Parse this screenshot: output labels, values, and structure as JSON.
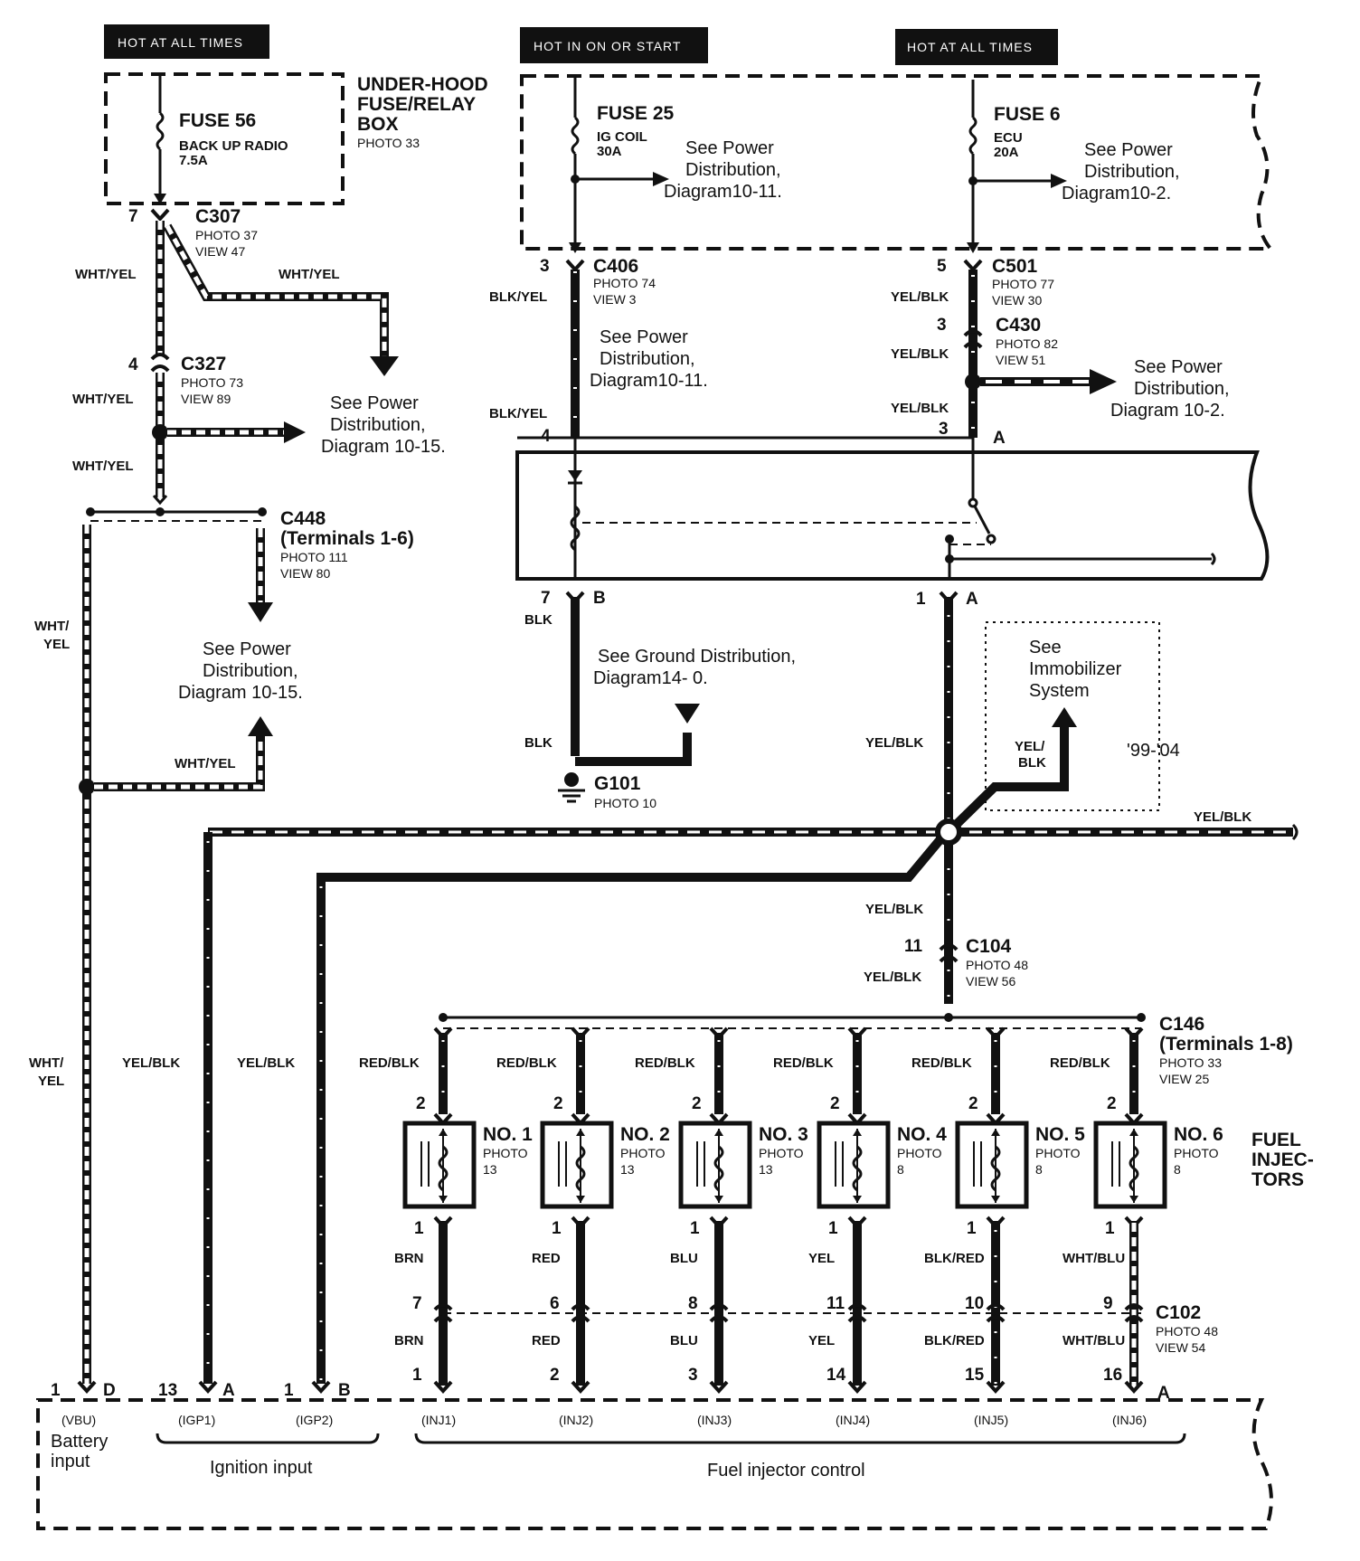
{
  "headers": {
    "left": "HOT AT ALL TIMES",
    "center": "HOT IN ON OR START",
    "right": "HOT AT ALL TIMES"
  },
  "fuse_box": {
    "title_lines": [
      "UNDER-HOOD",
      "FUSE/RELAY",
      "BOX"
    ],
    "photo": "PHOTO 33"
  },
  "fuse56": {
    "name": "FUSE 56",
    "desc": "BACK UP RADIO",
    "rating": "7.5A"
  },
  "fuse25": {
    "name": "FUSE 25",
    "desc": "IG COIL",
    "rating": "30A",
    "note_lines": [
      "See Power",
      "Distribution,",
      "Diagram10-11."
    ]
  },
  "fuse6": {
    "name": "FUSE 6",
    "desc": "ECU",
    "rating": "20A",
    "note_lines": [
      "See Power",
      "Distribution,",
      "Diagram10-2."
    ]
  },
  "connectors": {
    "c307": {
      "name": "C307",
      "photo": "PHOTO 37",
      "view": "VIEW 47",
      "pin": "7"
    },
    "c327": {
      "name": "C327",
      "photo": "PHOTO 73",
      "view": "VIEW 89",
      "pin": "4"
    },
    "c448": {
      "name": "C448",
      "terms": "(Terminals  1-6)",
      "photo": "PHOTO 111",
      "view": "VIEW 80"
    },
    "c406": {
      "name": "C406",
      "photo": "PHOTO 74",
      "view": "VIEW 3",
      "pin": "3"
    },
    "c501": {
      "name": "C501",
      "photo": "PHOTO 77",
      "view": "VIEW 30",
      "pin": "5"
    },
    "c430": {
      "name": "C430",
      "photo": "PHOTO 82",
      "view": "VIEW 51",
      "pin": "3"
    },
    "c104": {
      "name": "C104",
      "photo": "PHOTO 48",
      "view": "VIEW 56",
      "pin": "11"
    },
    "c146": {
      "name": "C146",
      "terms": "(Terminals  1-8)",
      "photo": "PHOTO 33",
      "view": "VIEW 25"
    },
    "c102": {
      "name": "C102",
      "photo": "PHOTO 48",
      "view": "VIEW 54"
    }
  },
  "ground": {
    "name": "G101",
    "photo": "PHOTO 10",
    "note_lines": [
      "See Ground Distribution,",
      "Diagram14- 0."
    ]
  },
  "notes": {
    "power_10_15_a": [
      "See Power",
      "Distribution,",
      "Diagram 10-15."
    ],
    "power_10_15_b": [
      "See Power",
      "Distribution,",
      "Diagram 10-15."
    ],
    "power_10_11": [
      "See Power",
      "Distribution,",
      "Diagram10-11."
    ],
    "power_10_2": [
      "See Power",
      "Distribution,",
      "Diagram 10-2."
    ],
    "immobilizer": [
      "See",
      "Immobilizer",
      "System"
    ],
    "years": "'99-'04"
  },
  "wires": {
    "wht_yel": "WHT/YEL",
    "wht_yel_split": [
      "WHT/",
      "YEL"
    ],
    "blk_yel": "BLK/YEL",
    "yel_blk": "YEL/BLK",
    "yel_blk_split": [
      "YEL/",
      "BLK"
    ],
    "blk": "BLK",
    "red_blk": "RED/BLK"
  },
  "relay_pins": {
    "in_left": "4",
    "in_right": "3",
    "in_right_letter": "A",
    "out_left": "7",
    "out_left_letter": "B",
    "out_right": "1",
    "out_right_letter": "A"
  },
  "injectors": [
    {
      "name": "NO. 1",
      "photo": "PHOTO",
      "photo_num": "13",
      "wire": "BRN",
      "c102_pin": "7",
      "ecm_pin": "1",
      "ecm_label": "(INJ1)"
    },
    {
      "name": "NO. 2",
      "photo": "PHOTO",
      "photo_num": "13",
      "wire": "RED",
      "c102_pin": "6",
      "ecm_pin": "2",
      "ecm_label": "(INJ2)"
    },
    {
      "name": "NO. 3",
      "photo": "PHOTO",
      "photo_num": "13",
      "wire": "BLU",
      "c102_pin": "8",
      "ecm_pin": "3",
      "ecm_label": "(INJ3)"
    },
    {
      "name": "NO. 4",
      "photo": "PHOTO",
      "photo_num": "8",
      "wire": "YEL",
      "c102_pin": "11",
      "ecm_pin": "14",
      "ecm_label": "(INJ4)"
    },
    {
      "name": "NO. 5",
      "photo": "PHOTO",
      "photo_num": "8",
      "wire": "BLK/RED",
      "c102_pin": "10",
      "ecm_pin": "15",
      "ecm_label": "(INJ5)"
    },
    {
      "name": "NO. 6",
      "photo": "PHOTO",
      "photo_num": "8",
      "wire": "WHT/BLU",
      "c102_pin": "9",
      "ecm_pin": "16",
      "ecm_label": "(INJ6)"
    }
  ],
  "injector_pin_top": "2",
  "injector_pin_bottom": "1",
  "fuel_injectors_title": [
    "FUEL",
    "INJEC-",
    "TORS"
  ],
  "ecm": {
    "vbu_pin": "1",
    "vbu_letter": "D",
    "vbu_label": "(VBU)",
    "battery_lines": [
      "Battery",
      "input"
    ],
    "igp1_pin": "13",
    "igp1_letter": "A",
    "igp1_label": "(IGP1)",
    "igp2_pin": "1",
    "igp2_letter": "B",
    "igp2_label": "(IGP2)",
    "inj_letter": "A",
    "ignition_input": "Ignition input",
    "fuel_injector_control": "Fuel injector control"
  }
}
